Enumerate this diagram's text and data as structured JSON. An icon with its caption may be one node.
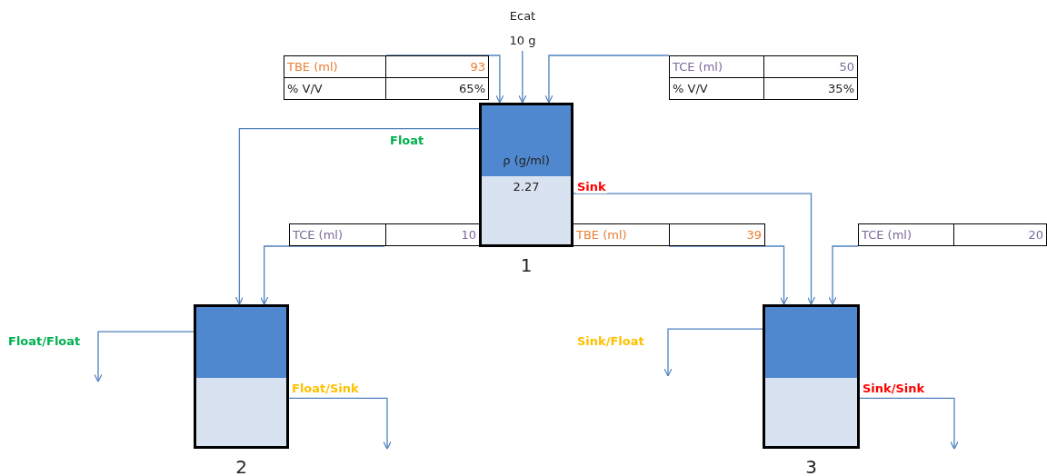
{
  "diagram": {
    "nodes": [
      {
        "text": [
          "ρ (g/ml)",
          "2.27"
        ],
        "beside": [
          "1"
        ]
      },
      {
        "text": [],
        "shape": "box",
        "beside": [
          "2"
        ]
      },
      {
        "text": [],
        "shape": "box",
        "beside": [
          "3"
        ]
      },
      {
        "text": [
          "Ecat",
          "10 g"
        ]
      },
      {
        "text": [
          "TBE (ml)",
          "93",
          "% V/V",
          "65%"
        ]
      },
      {
        "text": [
          "TCE (ml)",
          "50",
          "% V/V",
          "35%"
        ]
      },
      {
        "text": [
          "TCE (ml)",
          "10"
        ]
      },
      {
        "text": [
          "TBE (ml)",
          "39"
        ]
      },
      {
        "text": [
          "TCE (ml)",
          "20"
        ]
      }
    ],
    "edges": [
      {
        "from": 3,
        "to": 0,
        "arrow": "to"
      },
      {
        "from": 4,
        "to": 0,
        "arrow": "to"
      },
      {
        "from": 5,
        "to": 0,
        "arrow": "to"
      },
      {
        "from": 0,
        "to": 1,
        "arrow": "to",
        "label": "Float"
      },
      {
        "from": 6,
        "to": 1,
        "arrow": "to"
      },
      {
        "from": 0,
        "to": 2,
        "arrow": "to",
        "label": "Sink"
      },
      {
        "from": 7,
        "to": 2,
        "arrow": "to"
      },
      {
        "from": 8,
        "to": 2,
        "arrow": "to"
      },
      {
        "from": 1,
        "to": null,
        "arrow": "to",
        "label": "Float/Float"
      },
      {
        "from": 1,
        "to": null,
        "arrow": "to",
        "label": "Float/Sink"
      },
      {
        "from": 2,
        "to": null,
        "arrow": "to",
        "label": "Sink/Float"
      },
      {
        "from": 2,
        "to": null,
        "arrow": "to",
        "label": "Sink/Sink"
      }
    ]
  }
}
